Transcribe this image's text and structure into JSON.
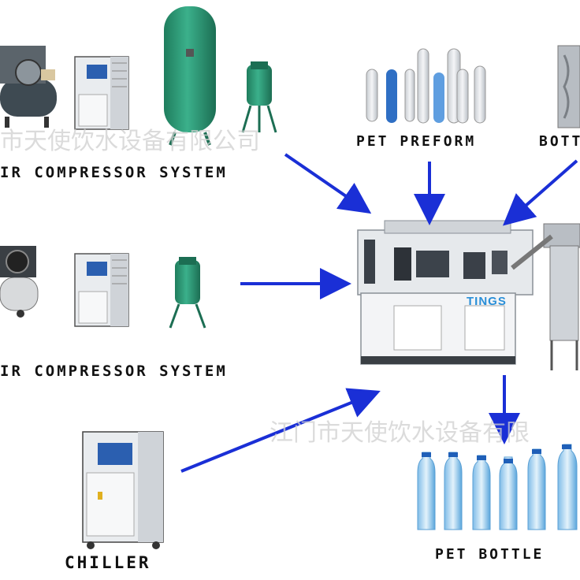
{
  "labels": {
    "air_compressor_1": "IR COMPRESSOR SYSTEM",
    "air_compressor_2": "IR COMPRESSOR SYSTEM",
    "chiller": "CHILLER",
    "pet_preform": "PET PREFORM",
    "bottle_mould": "BOTT",
    "pet_bottle": "PET BOTTLE"
  },
  "watermark": {
    "top": "市天使饮水设备有限公司",
    "bottom": "江门市天使饮水设备有限"
  },
  "machine": {
    "logo_text": "TINGS"
  },
  "colors": {
    "arrow": "#1a2fd6",
    "tank_green": "#2e9e78",
    "cabinet": "#e9ecef",
    "machine_frame": "#d9dde2",
    "bottle_blue": "#4aa3df"
  }
}
